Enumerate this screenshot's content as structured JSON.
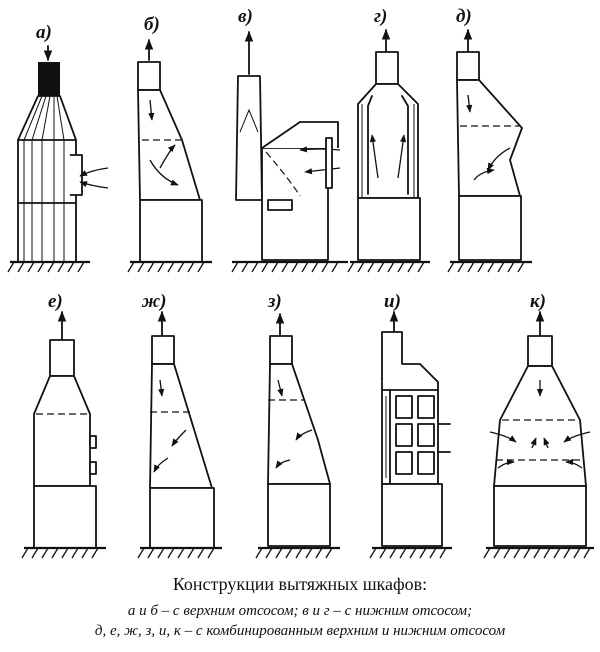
{
  "figure": {
    "labels": [
      "а)",
      "б)",
      "в)",
      "г)",
      "д)",
      "е)",
      "ж)",
      "з)",
      "и)",
      "к)"
    ]
  },
  "caption": {
    "title": "Конструкции вытяжных шкафов:",
    "line1": "а и б – с верхним отсосом; в и г – с нижним отсосом;",
    "line2": "д, е, ж, з, и, к – с комбинированным верхним и нижним отсосом"
  }
}
